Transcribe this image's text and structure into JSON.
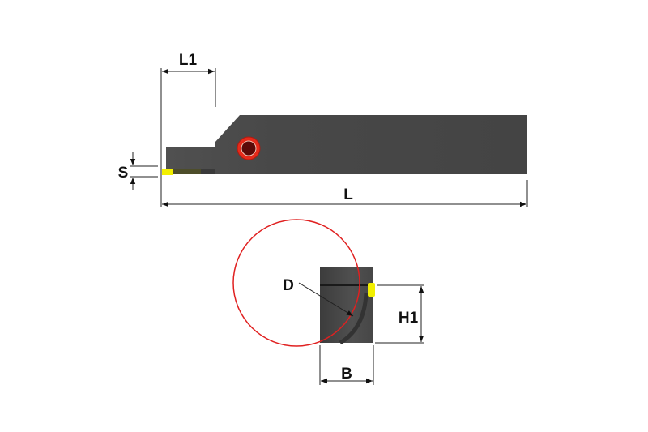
{
  "labels": {
    "L1": "L1",
    "L": "L",
    "S": "S",
    "D": "D",
    "H1": "H1",
    "B": "B"
  },
  "colors": {
    "body": "#4a4a4a",
    "insert": "#f2ef00",
    "screw": "#e52a1a",
    "circle": "#e02020"
  }
}
